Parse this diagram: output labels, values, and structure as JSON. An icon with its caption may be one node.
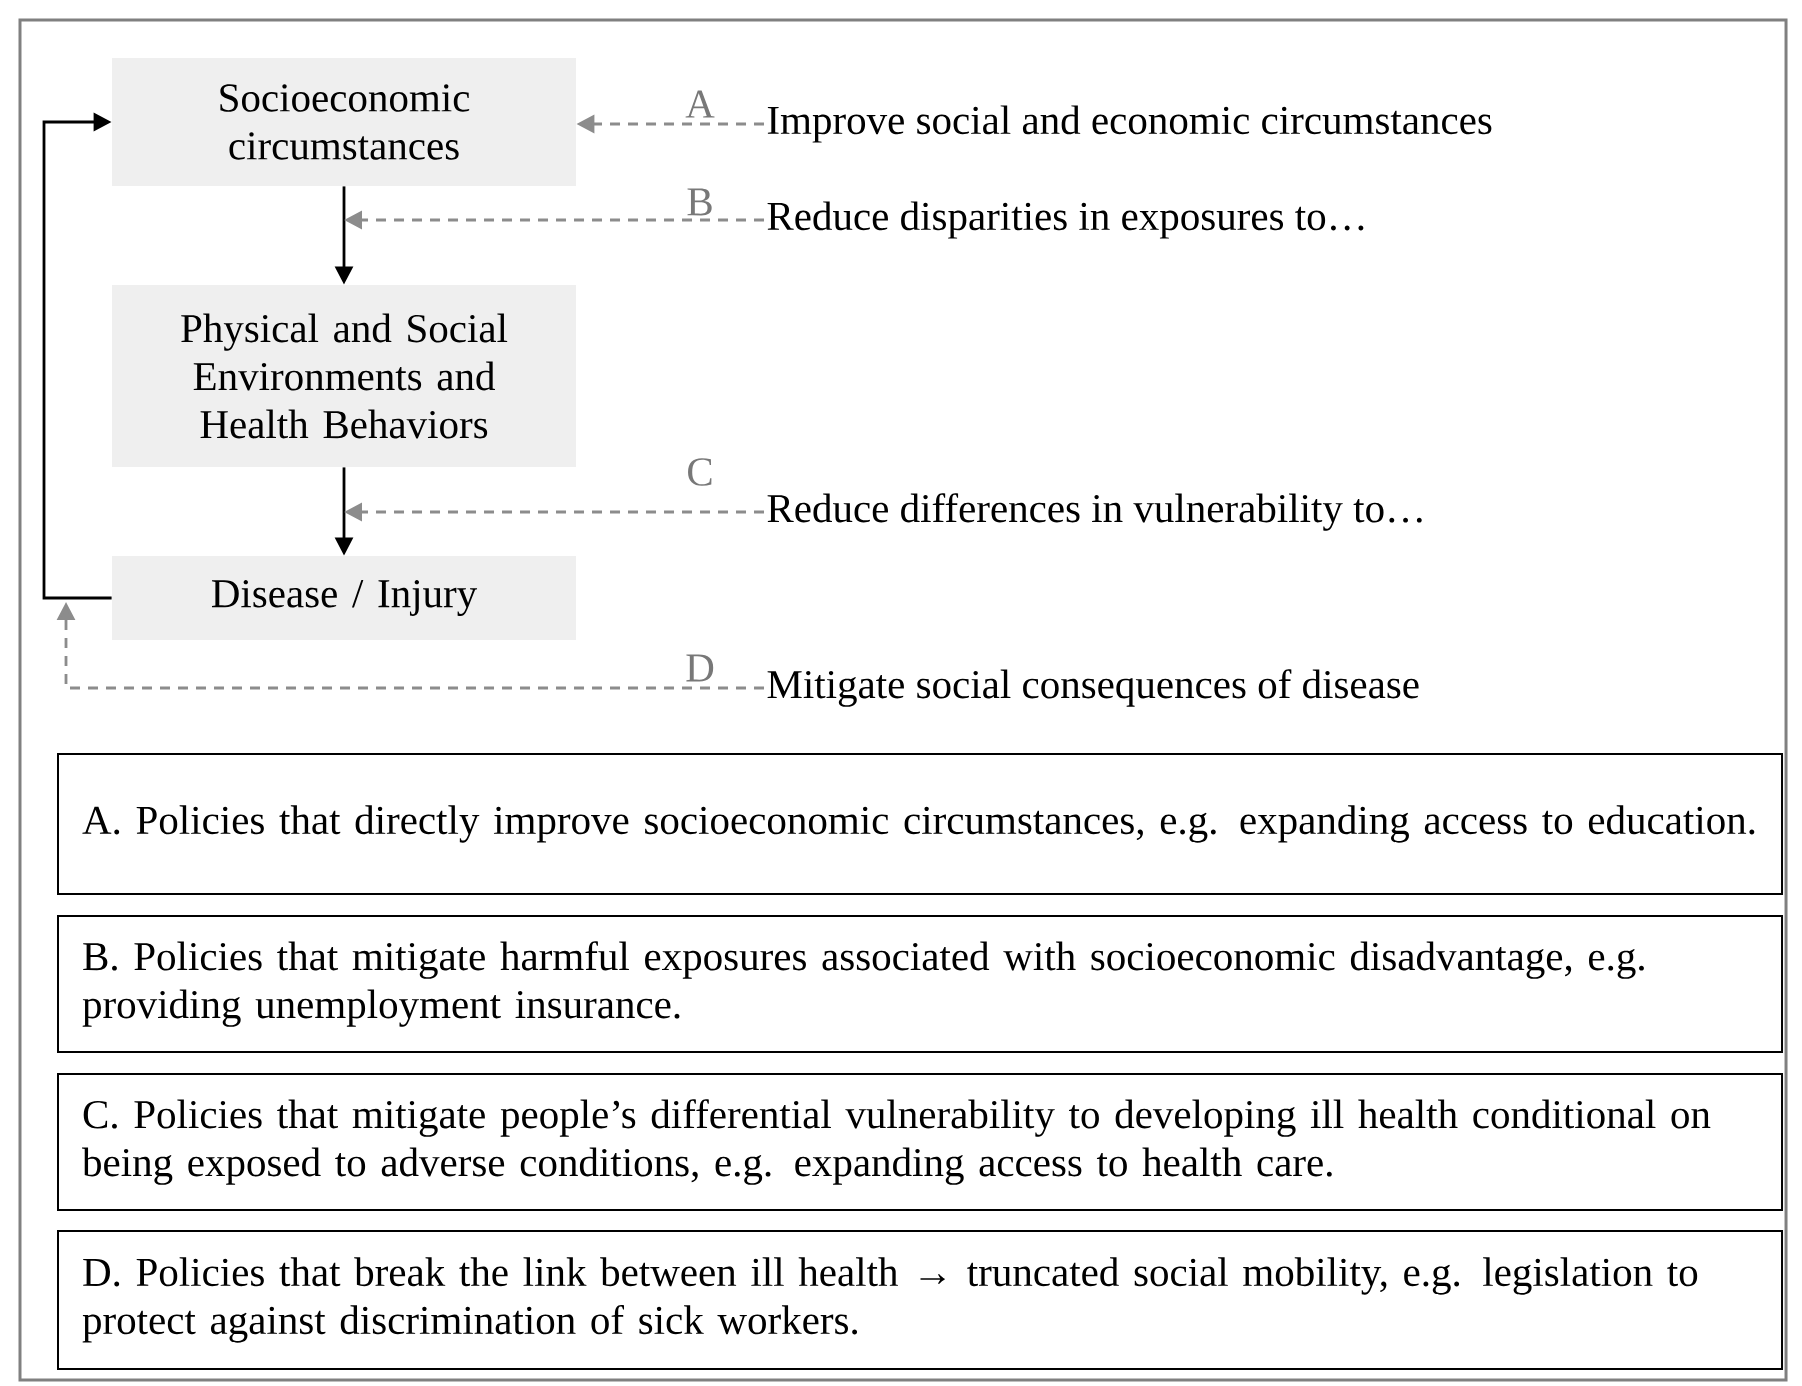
{
  "diagram": {
    "nodes": [
      {
        "text": [
          "Socioeconomic circumstances"
        ]
      },
      {
        "text": [
          "Physical and Social Environments and Health Behaviors"
        ]
      },
      {
        "text": [
          "Disease / Injury"
        ]
      },
      {
        "text": [
          "Improve social and economic circumstances"
        ]
      },
      {
        "text": [
          "Reduce disparities in exposures to…"
        ]
      },
      {
        "text": [
          "Reduce differences in vulnerability to…"
        ]
      },
      {
        "text": [
          "Mitigate social consequences of disease"
        ]
      },
      {
        "text": [
          "A. Policies that directly improve socioeconomic circumstances, e.g. expanding access to education."
        ]
      },
      {
        "text": [
          "B. Policies that mitigate harmful exposures associated with socioeconomic disadvantage, e.g. providing unemployment insurance."
        ]
      },
      {
        "text": [
          "C. Policies that mitigate people’s differential vulnerability to developing ill health conditional on being exposed to adverse conditions, e.g. expanding access to health care."
        ]
      },
      {
        "text": [
          "D. Policies that break the link between ill health → truncated social mobility, e.g. legislation to protect against discrimination of sick workers."
        ]
      }
    ],
    "edges": [
      {
        "from": 0,
        "to": 1,
        "arrow": "to",
        "color": "#000000"
      },
      {
        "from": 1,
        "to": 2,
        "arrow": "to",
        "color": "#000000"
      },
      {
        "from": 2,
        "to": 0,
        "arrow": "to",
        "color": "#000000"
      },
      {
        "from": 3,
        "to": 0,
        "arrow": "to",
        "label": "A",
        "style": "dashed",
        "color": "#8c8c8c"
      },
      {
        "from": 4,
        "to": null,
        "arrow": "to",
        "label": "B",
        "style": "dashed",
        "color": "#8c8c8c"
      },
      {
        "from": 5,
        "to": null,
        "arrow": "to",
        "label": "C",
        "style": "dashed",
        "color": "#8c8c8c"
      },
      {
        "from": 6,
        "to": null,
        "arrow": "to",
        "label": "D",
        "style": "dashed",
        "color": "#8c8c8c"
      }
    ]
  }
}
